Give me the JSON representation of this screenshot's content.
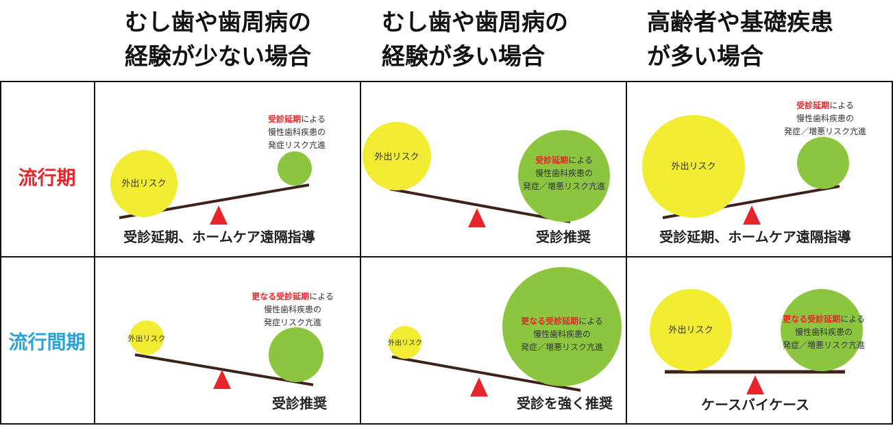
{
  "columns": [
    {
      "line1": "むし歯や歯周病の",
      "line2": "経験が少ない場合"
    },
    {
      "line1": "むし歯や歯周病の",
      "line2": "経験が多い場合"
    },
    {
      "line1": "高齢者や基礎疾患",
      "line2": "が多い場合"
    }
  ],
  "rows": [
    {
      "label": "流行期",
      "color": "#e8252b"
    },
    {
      "label": "流行間期",
      "color": "#2aa3dc"
    }
  ],
  "colors": {
    "yellow_circle": "#f2ec32",
    "green_circle": "#8cc63f",
    "beam": "#3d2219",
    "fulcrum": "#e8252b",
    "emphasis": "#e8252b"
  },
  "cells": {
    "r0c0": {
      "risk": "外出リスク",
      "emph": "受診延期",
      "rest": "による",
      "line2": "慢性歯科疾患の",
      "line3": "発症リスク亢進",
      "caption": "受診延期、ホームケア遠隔指導"
    },
    "r0c1": {
      "risk": "外出リスク",
      "emph": "受診延期",
      "rest": "による",
      "line2": "慢性歯科疾患の",
      "line3": "発症／増悪リスク亢進",
      "caption": "受診推奨"
    },
    "r0c2": {
      "risk": "外出リスク",
      "emph": "受診延期",
      "rest": "による",
      "line2": "慢性歯科疾患の",
      "line3": "発症／増悪リスク亢進",
      "caption": "受診延期、ホームケア遠隔指導"
    },
    "r1c0": {
      "risk": "外出リスク",
      "emph": "更なる受診延期",
      "rest": "による",
      "line2": "慢性歯科疾患の",
      "line3": "発症リスク亢進",
      "caption": "受診推奨"
    },
    "r1c1": {
      "risk": "外出リスク",
      "emph": "更なる受診延期",
      "rest": "による",
      "line2": "慢性歯科疾患の",
      "line3": "発症／増悪リスク亢進",
      "caption": "受診を強く推奨"
    },
    "r1c2": {
      "risk": "外出リスク",
      "emph": "更なる受診延期",
      "rest": "による",
      "line2": "慢性歯科疾患の",
      "line3": "発症／増悪リスク亢進",
      "caption": "ケースバイケース"
    }
  }
}
